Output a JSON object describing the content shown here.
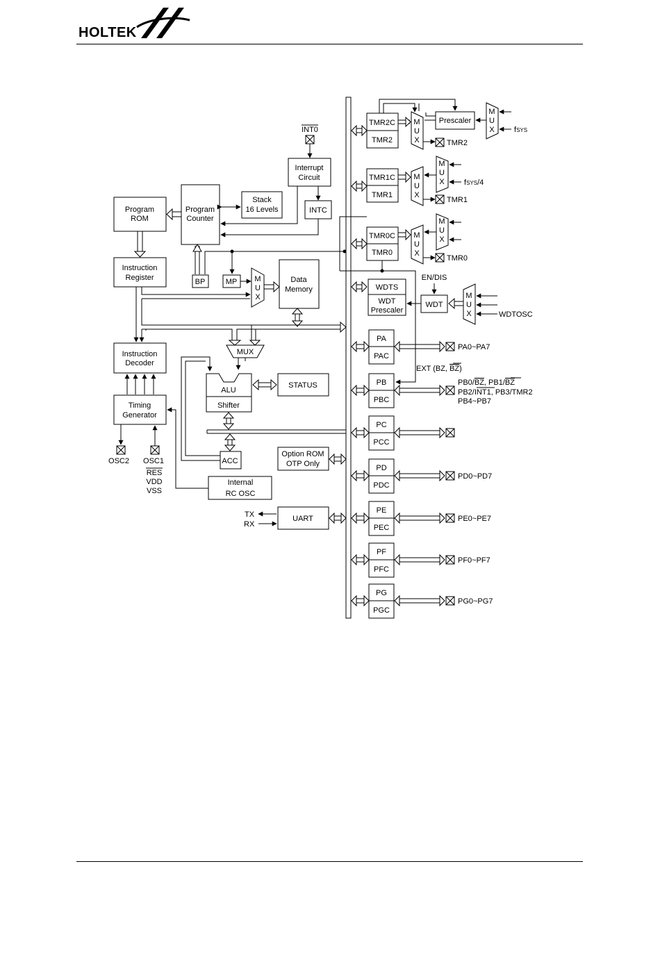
{
  "header": {
    "brand": "HOLTEK"
  },
  "colors": {
    "ink": "#000000",
    "paper": "#ffffff"
  },
  "blocks": {
    "program_rom": [
      "Program",
      "ROM"
    ],
    "program_counter": [
      "Program",
      "Counter"
    ],
    "stack": [
      "Stack",
      "16 Levels"
    ],
    "interrupt_circuit": [
      "Interrupt",
      "Circuit"
    ],
    "intc": "INTC",
    "int0": "INT0",
    "instruction_register": [
      "Instruction",
      "Register"
    ],
    "bp": "BP",
    "mp": "MP",
    "mux_v": [
      "M",
      "U",
      "X"
    ],
    "data_memory": [
      "Data",
      "Memory"
    ],
    "instruction_decoder": [
      "Instruction",
      "Decoder"
    ],
    "timing_generator": [
      "Timing",
      "Generator"
    ],
    "mux_h": "MUX",
    "alu": "ALU",
    "shifter": "Shifter",
    "status": "STATUS",
    "acc": "ACC",
    "option_rom": [
      "Option ROM",
      "OTP Only"
    ],
    "internal_rc_osc": [
      "Internal",
      "RC OSC"
    ],
    "uart": "UART",
    "tx": "TX",
    "rx": "RX",
    "osc2": "OSC2",
    "osc1": "OSC1",
    "res": "RES",
    "vdd": "VDD",
    "vss": "VSS",
    "tmr2c": "TMR2C",
    "tmr2": "TMR2",
    "tmr2_pin": "TMR2",
    "prescaler": "Prescaler",
    "fsys_f": "f",
    "fsys_sub": "SYS",
    "fsys4_suffix": "/4",
    "tmr1c": "TMR1C",
    "tmr1": "TMR1",
    "tmr1_pin": "TMR1",
    "tmr0c": "TMR0C",
    "tmr0": "TMR0",
    "tmr0_pin": "TMR0",
    "wdts": "WDTS",
    "wdt_prescaler": [
      "WDT",
      "Prescaler"
    ],
    "wdt": "WDT",
    "en_dis": "EN/DIS",
    "wdtosc": "WDTOSC",
    "ext_bz": [
      "EXT (BZ, ",
      "BZ",
      ")"
    ]
  },
  "ports": [
    {
      "reg": "PA",
      "ctrl": "PAC",
      "pins": "PA0~PA7"
    },
    {
      "reg": "PB",
      "ctrl": "PBC",
      "pins": "PB0/BZ, PB1/BZ"
    },
    {
      "reg": "PC",
      "ctrl": "PCC",
      "pins": ""
    },
    {
      "reg": "PD",
      "ctrl": "PDC",
      "pins": "PD0~PD7"
    },
    {
      "reg": "PE",
      "ctrl": "PEC",
      "pins": "PE0~PE7"
    },
    {
      "reg": "PF",
      "ctrl": "PFC",
      "pins": "PF0~PF7"
    },
    {
      "reg": "PG",
      "ctrl": "PGC",
      "pins": "PG0~PG7"
    }
  ],
  "pb_pins_extra": {
    "line1_a": "PB0/",
    "line1_b": "BZ",
    "line1_c": ", PB1/",
    "line1_d": "BZ",
    "line2_a": "PB2/",
    "line2_b": "INT1",
    "line2_c": ", PB3/TMR2",
    "line3": "PB4~PB7"
  }
}
